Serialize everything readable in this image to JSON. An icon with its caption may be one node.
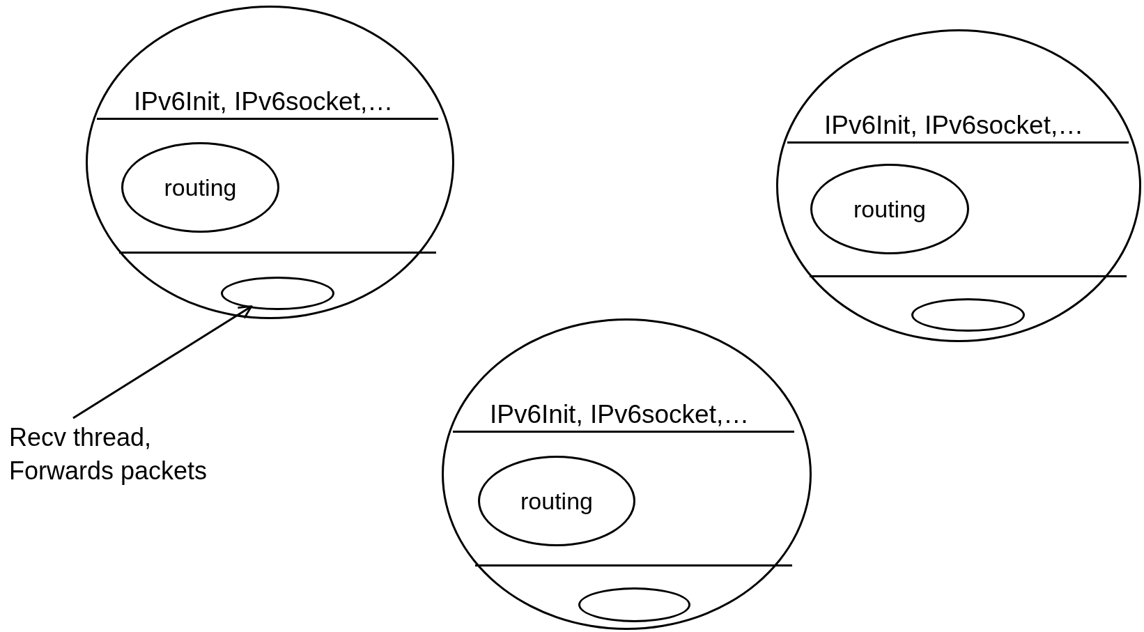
{
  "diagram": {
    "nodes": [
      {
        "text": [
          "IPv6Init, IPv6socket,…"
        ]
      },
      {
        "text": [
          "routing"
        ],
        "in": 0
      },
      {
        "text": [],
        "shape": "ellipse",
        "in": 0
      },
      {
        "text": [
          "IPv6Init, IPv6socket,…"
        ]
      },
      {
        "text": [
          "routing"
        ],
        "in": 3
      },
      {
        "text": [],
        "shape": "ellipse",
        "in": 3
      },
      {
        "text": [
          "IPv6Init, IPv6socket,…"
        ]
      },
      {
        "text": [
          "routing"
        ],
        "in": 6
      },
      {
        "text": [],
        "shape": "ellipse",
        "in": 6
      },
      {
        "text": [
          "Recv thread, Forwards packets"
        ]
      }
    ],
    "edges": [
      {
        "from": 9,
        "to": 2,
        "arrow": "to"
      }
    ]
  }
}
